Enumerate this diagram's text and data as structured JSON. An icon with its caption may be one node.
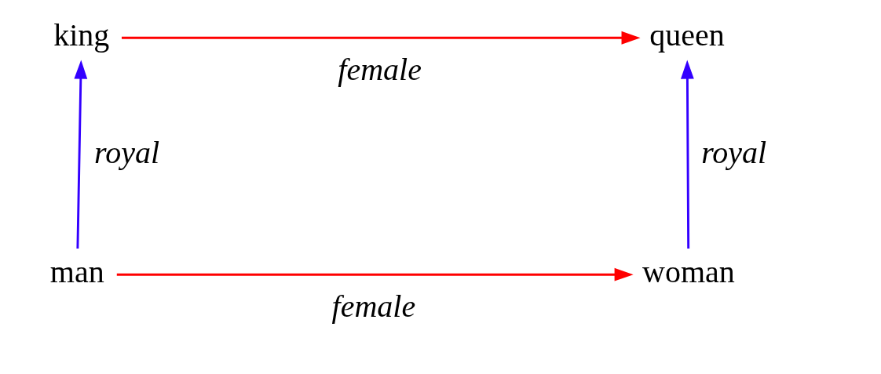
{
  "diagram": {
    "nodes": [
      {
        "text": [
          "king"
        ]
      },
      {
        "text": [
          "queen"
        ]
      },
      {
        "text": [
          "man"
        ]
      },
      {
        "text": [
          "woman"
        ]
      }
    ],
    "edges": [
      {
        "from": 0,
        "to": 1,
        "arrow": "to",
        "label": "female",
        "color": "#ff0000"
      },
      {
        "from": 2,
        "to": 0,
        "arrow": "to",
        "label": "royal",
        "color": "#3300ff"
      },
      {
        "from": 3,
        "to": 1,
        "arrow": "to",
        "label": "royal",
        "color": "#3300ff"
      },
      {
        "from": 2,
        "to": 3,
        "arrow": "to",
        "label": "female",
        "color": "#ff0000"
      }
    ]
  }
}
